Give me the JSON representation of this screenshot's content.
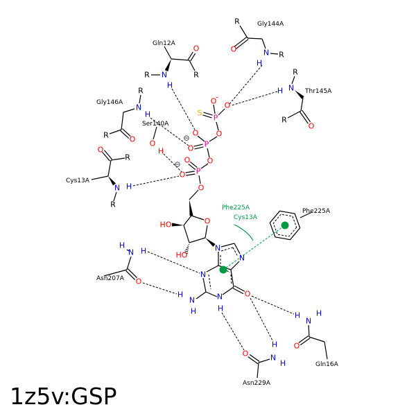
{
  "title": "1z5v:GSP",
  "colors": {
    "bond": "#000000",
    "hbond": "#000000",
    "pi": "#009944",
    "O": "#ff0000",
    "N": "#0000ff",
    "H": "#0000ff",
    "S": "#ffaa00",
    "P": "#e0008a",
    "R": "#000000",
    "HO": "#ff0000",
    "Hred": "#ff0000"
  },
  "residues": [
    {
      "name": "Gly144A"
    },
    {
      "name": "Gln12A"
    },
    {
      "name": "Thr145A"
    },
    {
      "name": "Gly146A"
    },
    {
      "name": "Ser140A"
    },
    {
      "name": "Cys13A"
    },
    {
      "name": "Phe225A"
    },
    {
      "name": "Asn207A"
    },
    {
      "name": "Gln16A"
    },
    {
      "name": "Asn229A"
    }
  ],
  "pi_labels": [
    "Phe225A",
    "Cys13A"
  ],
  "atoms": [
    "R",
    "O",
    "N",
    "R",
    "H",
    "O",
    "R",
    "N",
    "R",
    "H",
    "R",
    "N",
    "H",
    "O",
    "R",
    "R",
    "N",
    "H",
    "O",
    "R",
    "O",
    "H",
    "O",
    "R",
    "N",
    "H",
    "R",
    "O",
    "S",
    "P",
    "O",
    "O",
    "O",
    "P",
    "O",
    "O",
    "O",
    "P",
    "O",
    "O",
    "O",
    "HO",
    "HO",
    "N",
    "N",
    "N",
    "N",
    "O",
    "H",
    "N",
    "H",
    "H",
    "H",
    "N",
    "H",
    "O",
    "O",
    "N",
    "H",
    "H",
    "H",
    "N",
    "H",
    "O"
  ],
  "charges": [
    "-",
    "⊖",
    "⊖"
  ]
}
